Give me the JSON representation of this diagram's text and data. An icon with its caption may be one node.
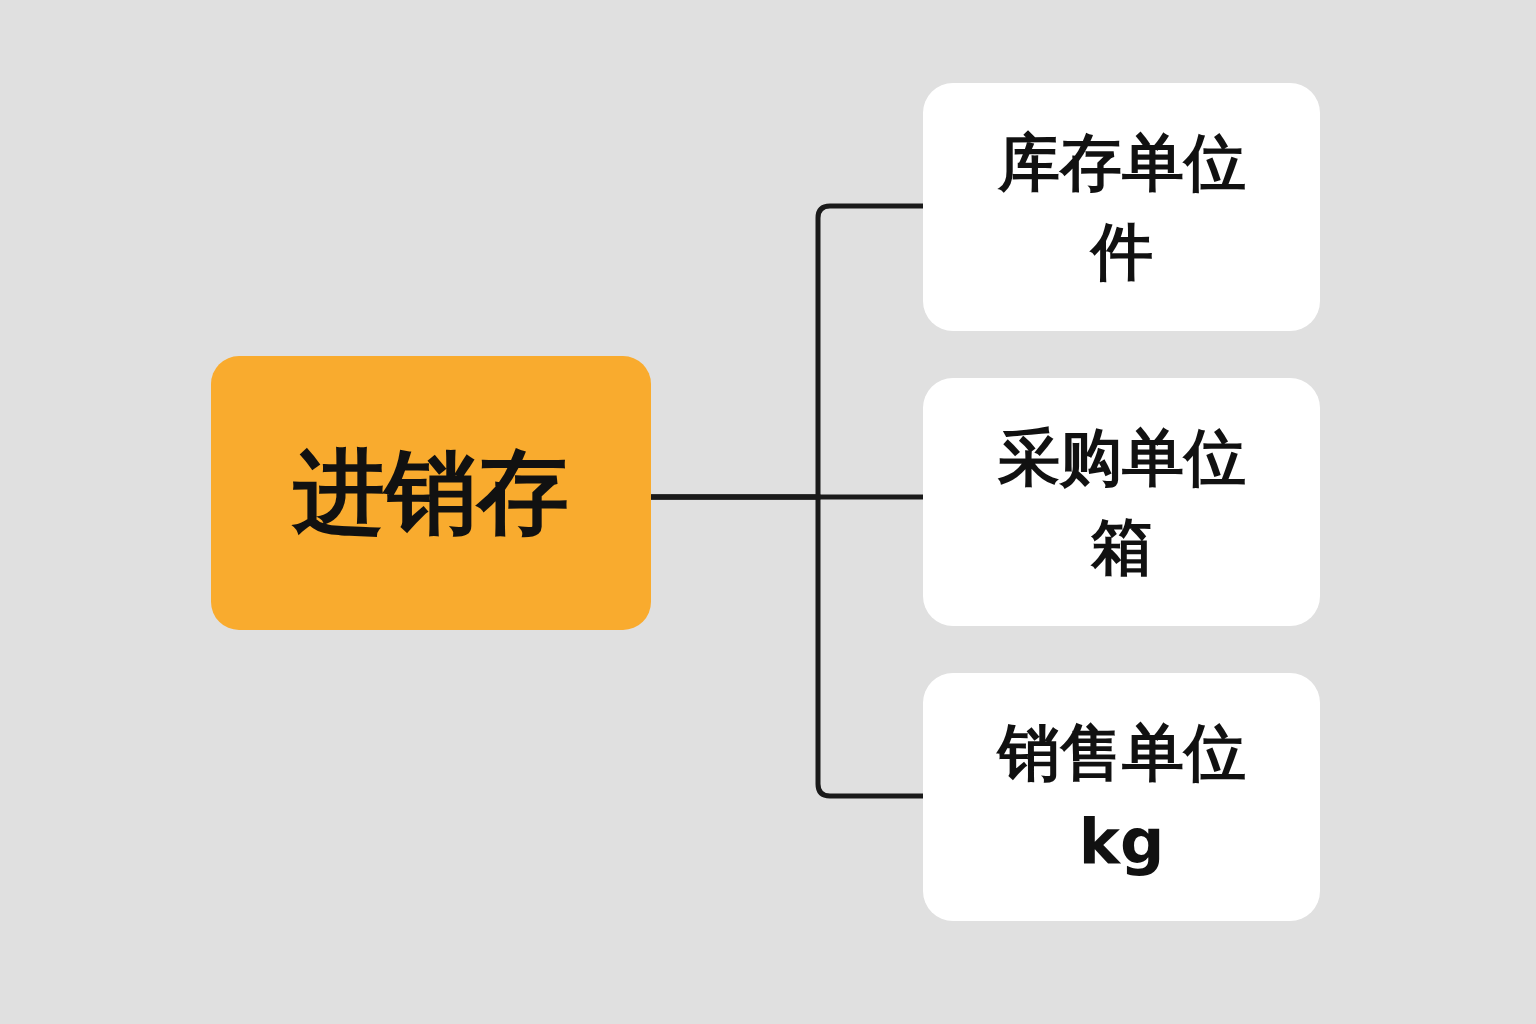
{
  "diagram": {
    "nodes": [
      {
        "text": [
          "进销存"
        ]
      },
      {
        "text": [
          "库存单位",
          "件"
        ]
      },
      {
        "text": [
          "采购单位",
          "箱"
        ]
      },
      {
        "text": [
          "销售单位",
          "kg"
        ]
      }
    ],
    "edges": [
      {
        "from": 0,
        "to": 1,
        "arrow": "none"
      },
      {
        "from": 0,
        "to": 2,
        "arrow": "none"
      },
      {
        "from": 0,
        "to": 3,
        "arrow": "none"
      }
    ]
  }
}
